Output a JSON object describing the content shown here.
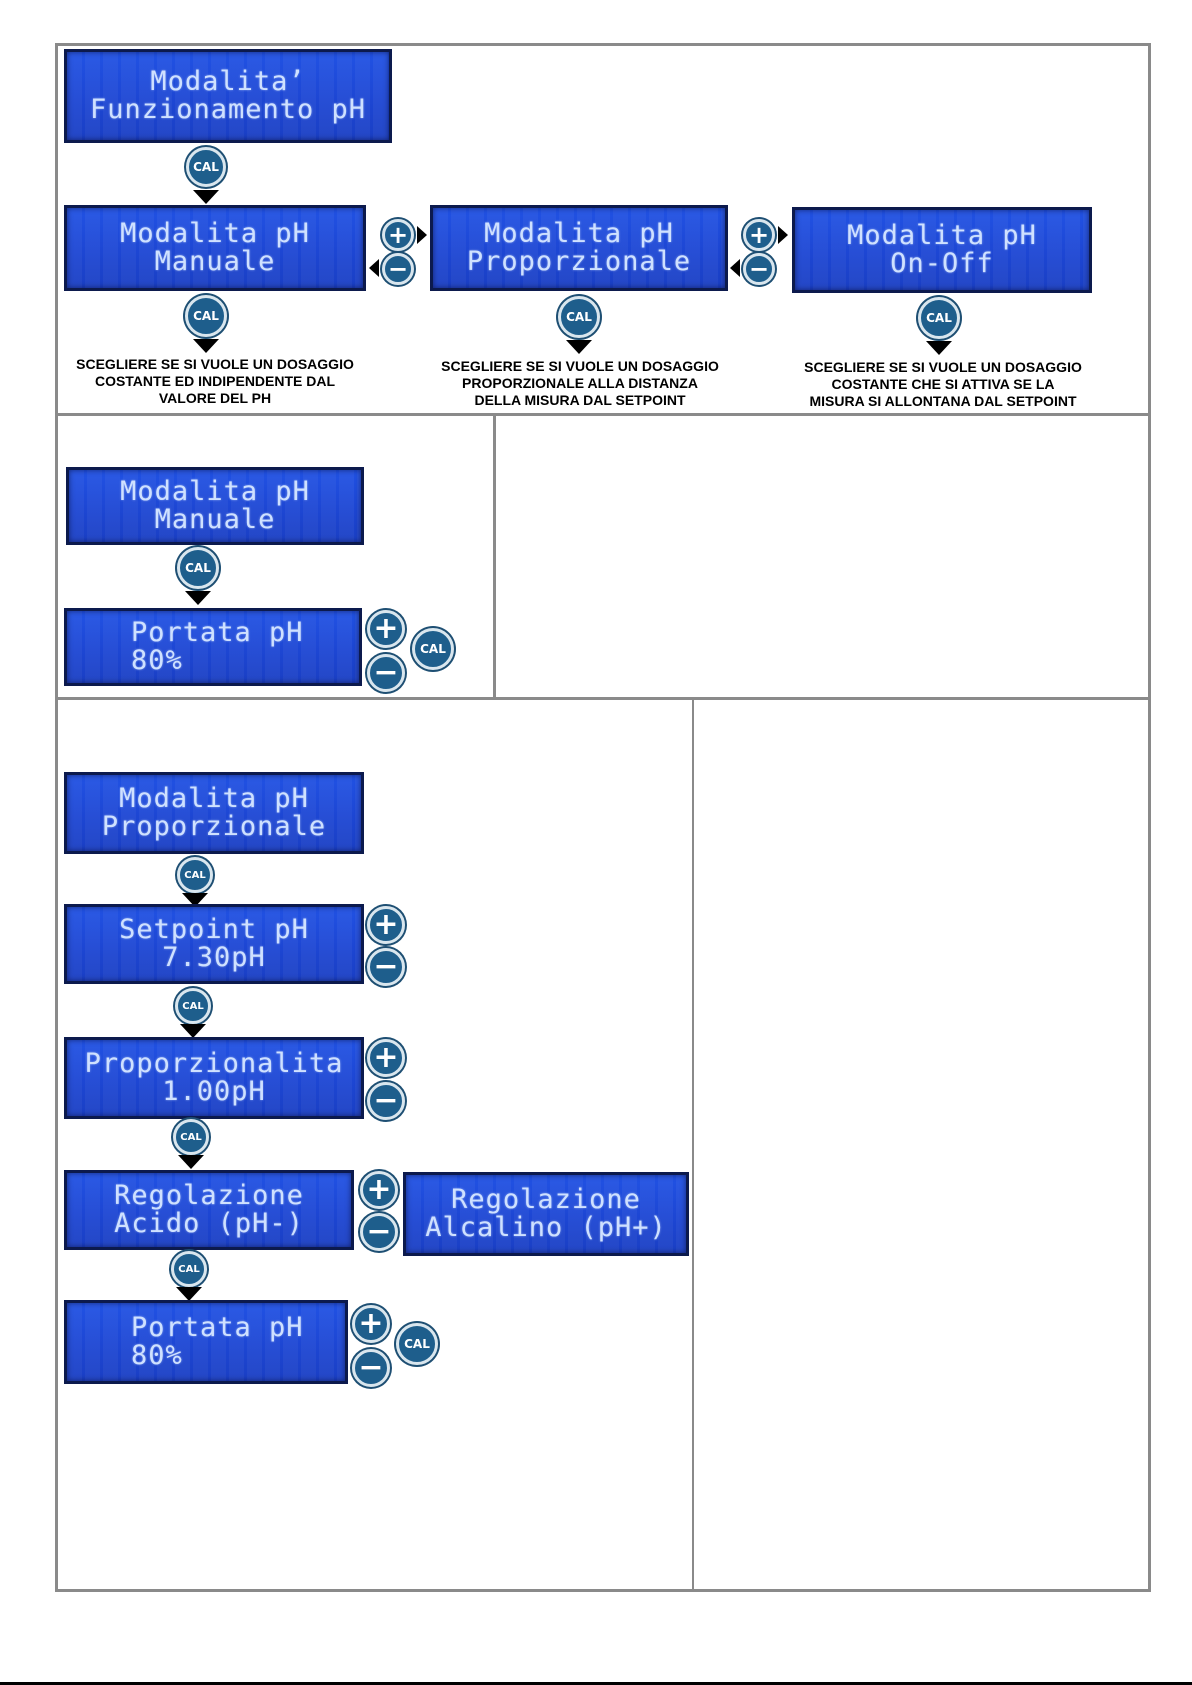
{
  "buttons": {
    "cal": "CAL",
    "plus": "+",
    "minus": "−"
  },
  "section1": {
    "header_lcd": [
      "Modalita’",
      "Funzionamento pH"
    ],
    "lcd_manuale": [
      "Modalita pH",
      "Manuale"
    ],
    "lcd_proporzionale": [
      "Modalita pH",
      "Proporzionale"
    ],
    "lcd_onoff": [
      "Modalita pH",
      "On-Off"
    ],
    "note_manuale": [
      "SCEGLIERE SE SI VUOLE UN DOSAGGIO",
      "COSTANTE ED INDIPENDENTE DAL",
      "VALORE DEL PH"
    ],
    "note_proporzionale": [
      "SCEGLIERE SE SI VUOLE UN DOSAGGIO",
      "PROPORZIONALE ALLA DISTANZA",
      "DELLA MISURA DAL SETPOINT"
    ],
    "note_onoff": [
      "SCEGLIERE SE SI VUOLE UN DOSAGGIO",
      "COSTANTE CHE SI ATTIVA SE LA",
      "MISURA SI ALLONTANA DAL SETPOINT"
    ]
  },
  "section2": {
    "lcd_mode": [
      "Modalita pH",
      "Manuale"
    ],
    "lcd_portata": [
      "Portata pH",
      "80%"
    ]
  },
  "section3": {
    "lcd_mode": [
      "Modalita pH",
      "Proporzionale"
    ],
    "lcd_setpoint": [
      "Setpoint pH",
      "7.30pH"
    ],
    "lcd_proporzionalita": [
      "Proporzionalita",
      "1.00pH"
    ],
    "lcd_regolazione_acido": [
      "Regolazione",
      "Acido (pH-)"
    ],
    "lcd_regolazione_alcalino": [
      "Regolazione",
      "Alcalino (pH+)"
    ],
    "lcd_portata": [
      "Portata pH",
      "80%"
    ]
  }
}
